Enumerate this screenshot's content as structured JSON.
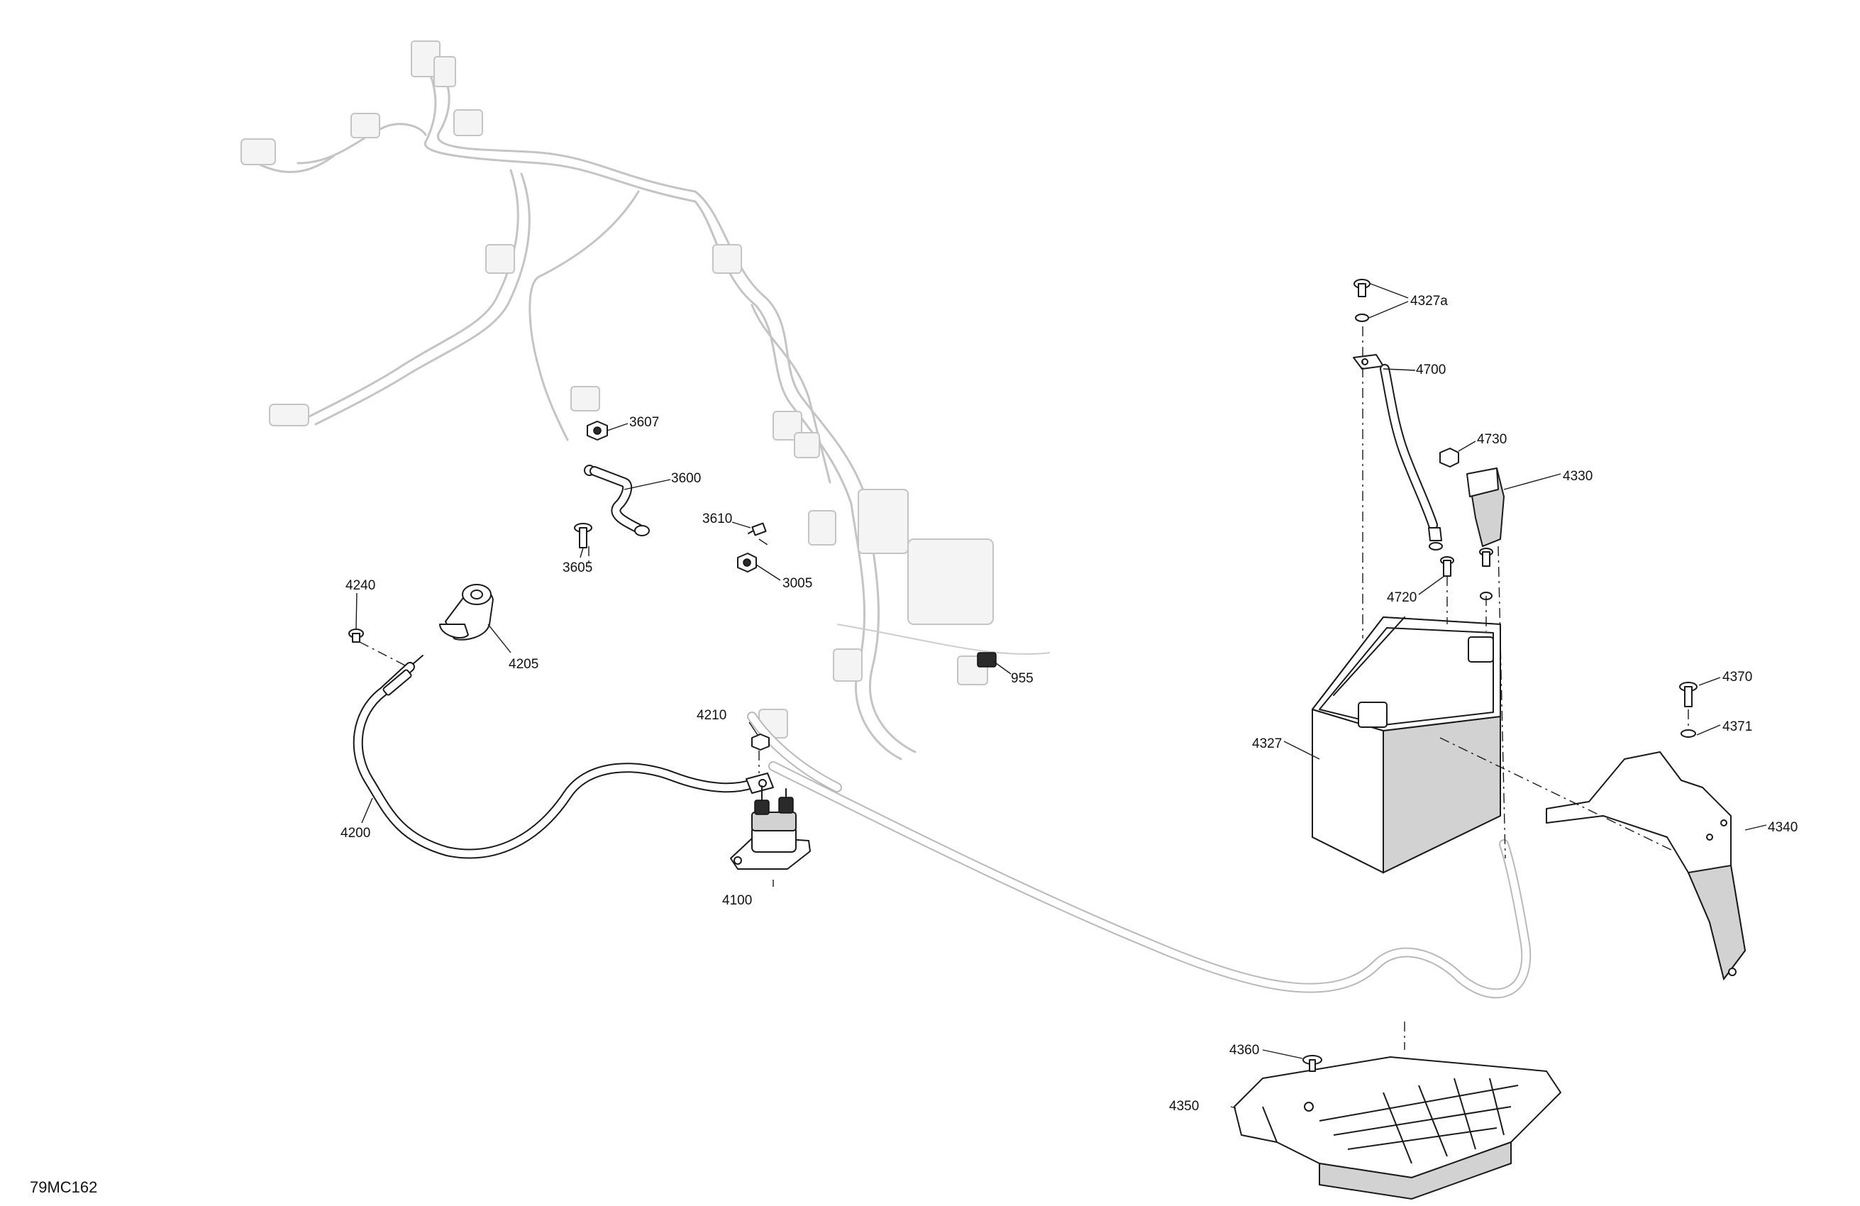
{
  "figure_id": "79MC162",
  "callouts": {
    "c3607": "3607",
    "c3600": "3600",
    "c3605": "3605",
    "c3610": "3610",
    "c3005": "3005",
    "c955": "955",
    "c4240": "4240",
    "c4205": "4205",
    "c4200": "4200",
    "c4210": "4210",
    "c4100": "4100",
    "c4327a": "4327a",
    "c4700": "4700",
    "c4730": "4730",
    "c4330": "4330",
    "c4720": "4720",
    "c4327": "4327",
    "c4370": "4370",
    "c4371": "4371",
    "c4340": "4340",
    "c4360": "4360",
    "c4350": "4350"
  },
  "colors": {
    "line": "#1a1a1a",
    "ghost": "#c4c4c4",
    "shade": "#d2d2d2"
  }
}
